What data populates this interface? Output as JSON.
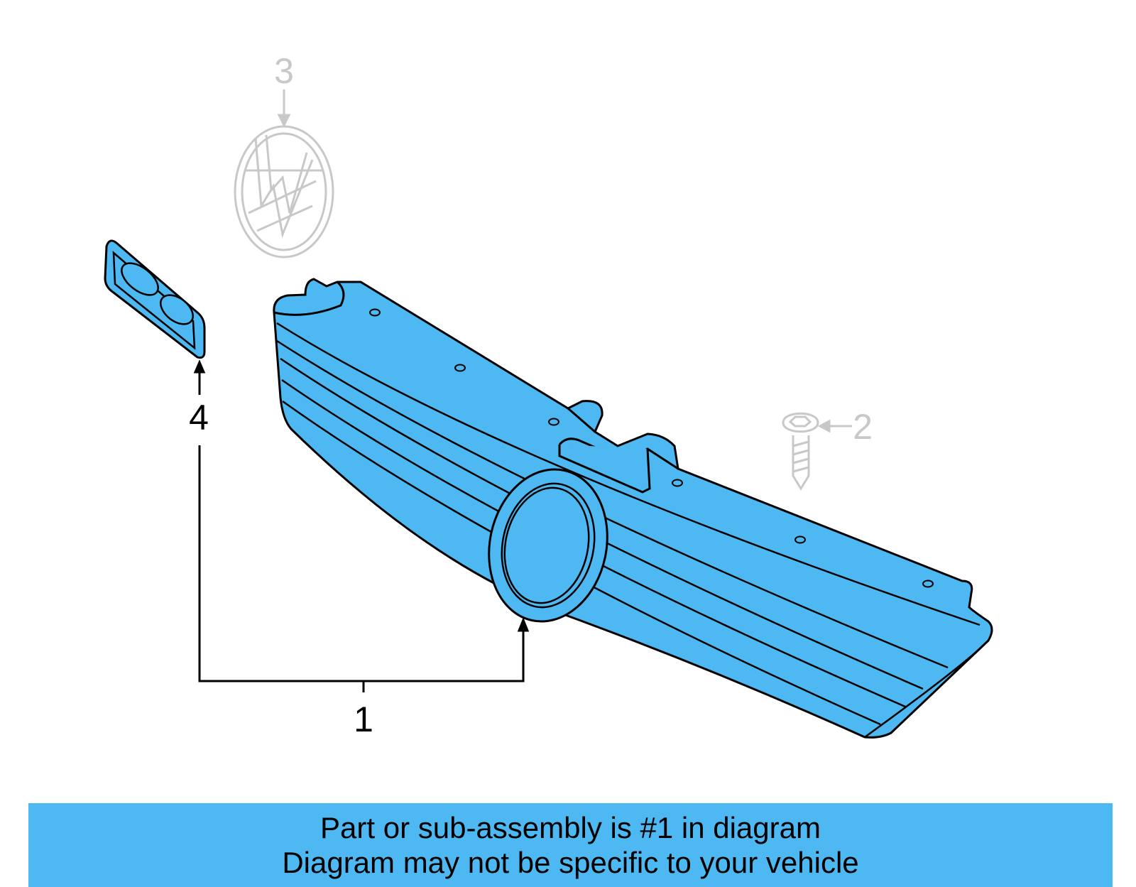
{
  "diagram": {
    "colors": {
      "highlight": "#4db8f2",
      "outline": "#000000",
      "ghost": "#c8c8c8"
    },
    "callouts": {
      "grille": "1",
      "screw": "2",
      "emblem": "3",
      "insert": "4"
    },
    "parts": [
      {
        "callout": "1",
        "icon": "grille-assembly",
        "highlighted": true
      },
      {
        "callout": "2",
        "icon": "screw-icon",
        "highlighted": false
      },
      {
        "callout": "3",
        "icon": "vw-emblem-icon",
        "highlighted": false
      },
      {
        "callout": "4",
        "icon": "grille-insert",
        "highlighted": true
      }
    ]
  },
  "banner": {
    "line1": "Part or sub-assembly is #1 in diagram",
    "line2": "Diagram may not be specific to your vehicle"
  }
}
